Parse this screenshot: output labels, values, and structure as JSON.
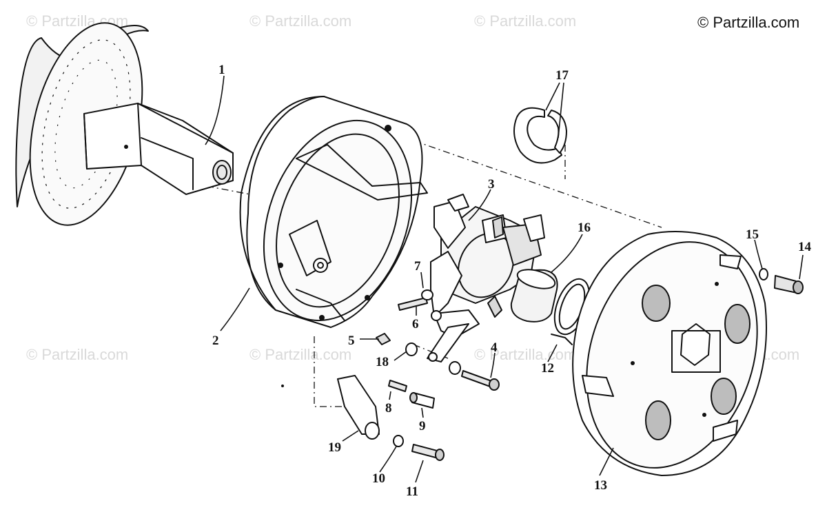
{
  "copyright": "© Partzilla.com",
  "watermark": "© Partzilla.com",
  "callouts": [
    {
      "id": "c1",
      "label": "1"
    },
    {
      "id": "c2",
      "label": "2"
    },
    {
      "id": "c3",
      "label": "3"
    },
    {
      "id": "c4",
      "label": "4"
    },
    {
      "id": "c5",
      "label": "5"
    },
    {
      "id": "c6",
      "label": "6"
    },
    {
      "id": "c7",
      "label": "7"
    },
    {
      "id": "c8",
      "label": "8"
    },
    {
      "id": "c9",
      "label": "9"
    },
    {
      "id": "c10",
      "label": "10"
    },
    {
      "id": "c11",
      "label": "11"
    },
    {
      "id": "c12",
      "label": "12"
    },
    {
      "id": "c13",
      "label": "13"
    },
    {
      "id": "c14",
      "label": "14"
    },
    {
      "id": "c15",
      "label": "15"
    },
    {
      "id": "c16",
      "label": "16"
    },
    {
      "id": "c17",
      "label": "17"
    },
    {
      "id": "c18",
      "label": "18"
    },
    {
      "id": "c19",
      "label": "19"
    }
  ]
}
